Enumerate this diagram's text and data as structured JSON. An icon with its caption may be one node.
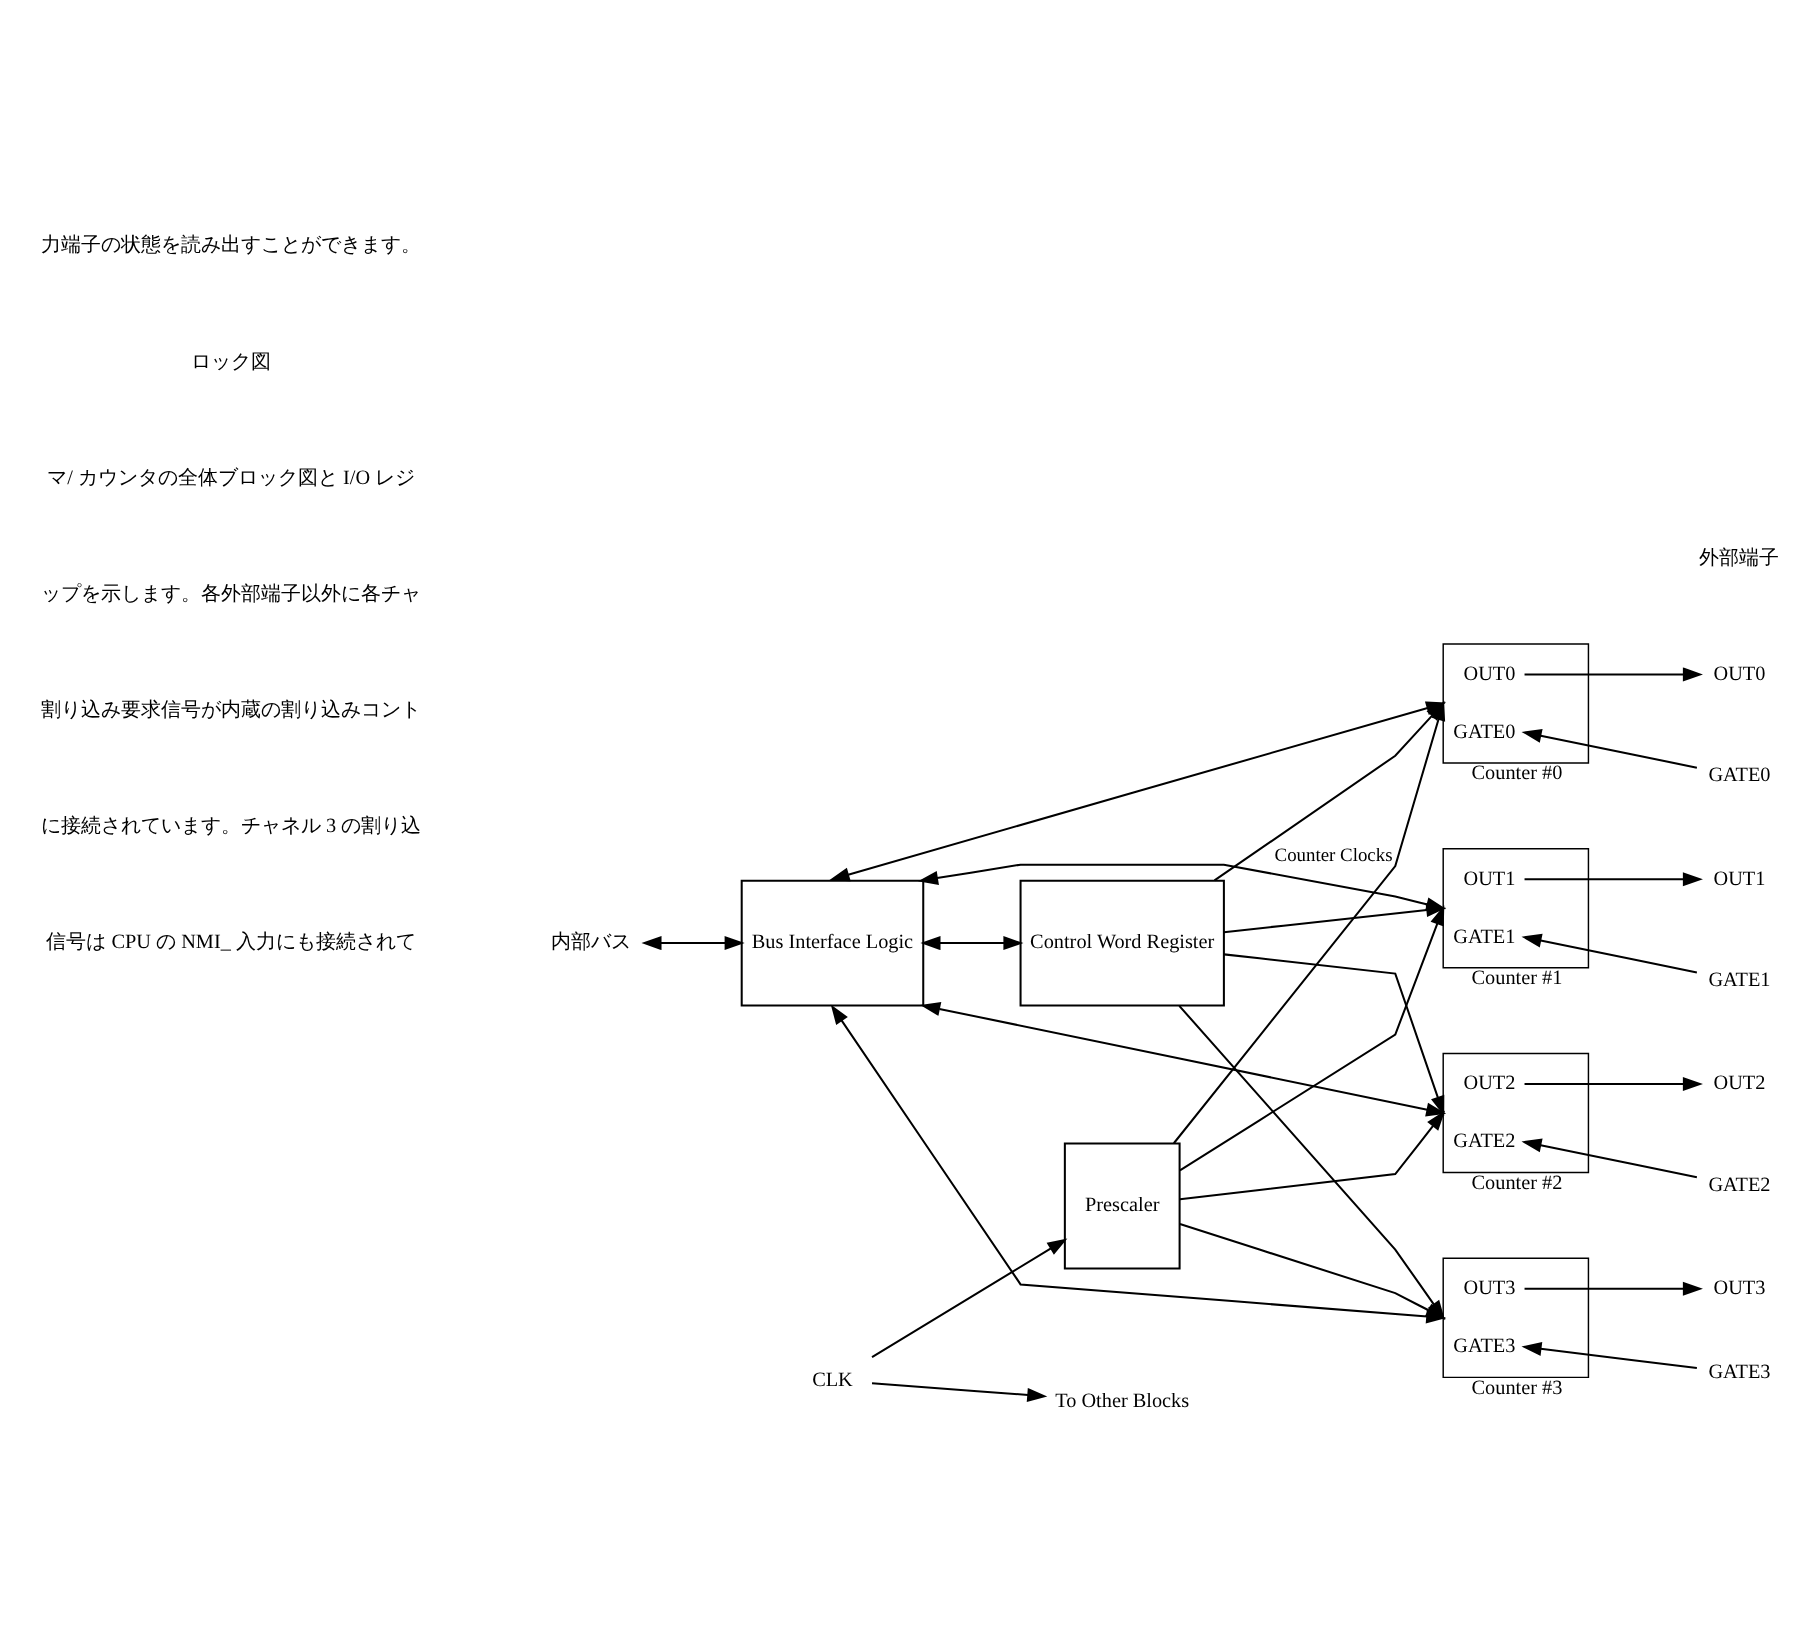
{
  "diagram": {
    "nodes": [
      {
        "text": [
          "内部バス"
        ]
      },
      {
        "text": [
          "Bus Interface Logic"
        ]
      },
      {
        "text": [
          "Control Word Register"
        ]
      },
      {
        "text": [
          "CLK"
        ]
      },
      {
        "text": [
          "Prescaler"
        ]
      },
      {
        "text": [
          "To Other Blocks"
        ]
      },
      {
        "text": [
          "OUT0",
          "GATE0"
        ],
        "beside": [
          "Counter #0"
        ]
      },
      {
        "text": [
          "OUT1",
          "GATE1"
        ],
        "beside": [
          "Counter #1"
        ]
      },
      {
        "text": [
          "OUT2",
          "GATE2"
        ],
        "beside": [
          "Counter #2"
        ]
      },
      {
        "text": [
          "OUT3",
          "GATE3"
        ],
        "beside": [
          "Counter #3"
        ]
      },
      {
        "text": [
          "OUT0"
        ]
      },
      {
        "text": [
          "GATE0"
        ]
      },
      {
        "text": [
          "OUT1"
        ]
      },
      {
        "text": [
          "GATE1"
        ]
      },
      {
        "text": [
          "OUT2"
        ]
      },
      {
        "text": [
          "GATE2"
        ]
      },
      {
        "text": [
          "OUT3"
        ]
      },
      {
        "text": [
          "GATE3"
        ]
      }
    ],
    "edges": [
      {
        "from": 0,
        "to": 1,
        "arrow": "both"
      },
      {
        "from": 1,
        "to": 2,
        "arrow": "both"
      },
      {
        "from": 1,
        "to": 6,
        "arrow": "both"
      },
      {
        "from": 1,
        "to": 7,
        "arrow": "both"
      },
      {
        "from": 1,
        "to": 8,
        "arrow": "both"
      },
      {
        "from": 1,
        "to": 9,
        "arrow": "both"
      },
      {
        "from": 2,
        "to": 6,
        "arrow": "to"
      },
      {
        "from": 2,
        "to": 7,
        "arrow": "to"
      },
      {
        "from": 2,
        "to": 8,
        "arrow": "to"
      },
      {
        "from": 2,
        "to": 9,
        "arrow": "to"
      },
      {
        "from": 3,
        "to": 4,
        "arrow": "to"
      },
      {
        "from": 3,
        "to": 5,
        "arrow": "to"
      },
      {
        "from": 4,
        "to": 6,
        "arrow": "to",
        "label": "Counter Clocks"
      },
      {
        "from": 4,
        "to": 7,
        "arrow": "to"
      },
      {
        "from": 4,
        "to": 8,
        "arrow": "to"
      },
      {
        "from": 4,
        "to": 9,
        "arrow": "to"
      },
      {
        "from": 6,
        "to": 10,
        "arrow": "to"
      },
      {
        "from": 11,
        "to": 6,
        "arrow": "to"
      },
      {
        "from": 7,
        "to": 12,
        "arrow": "to"
      },
      {
        "from": 13,
        "to": 7,
        "arrow": "to"
      },
      {
        "from": 8,
        "to": 14,
        "arrow": "to"
      },
      {
        "from": 15,
        "to": 8,
        "arrow": "to"
      },
      {
        "from": 9,
        "to": 16,
        "arrow": "to"
      },
      {
        "from": 17,
        "to": 9,
        "arrow": "to"
      }
    ],
    "labels": [
      "力端子の状態を読み出すことができます。",
      "ロック図",
      "マ/ カウンタの全体ブロック図と I/O レジ",
      "ップを示します。各外部端子以外に各チャ",
      "割り込み要求信号が内蔵の割り込みコント",
      "に接続されています。チャネル 3 の割り込",
      "信号は CPU の NMI_ 入力にも接続されて",
      "外部端子"
    ]
  }
}
